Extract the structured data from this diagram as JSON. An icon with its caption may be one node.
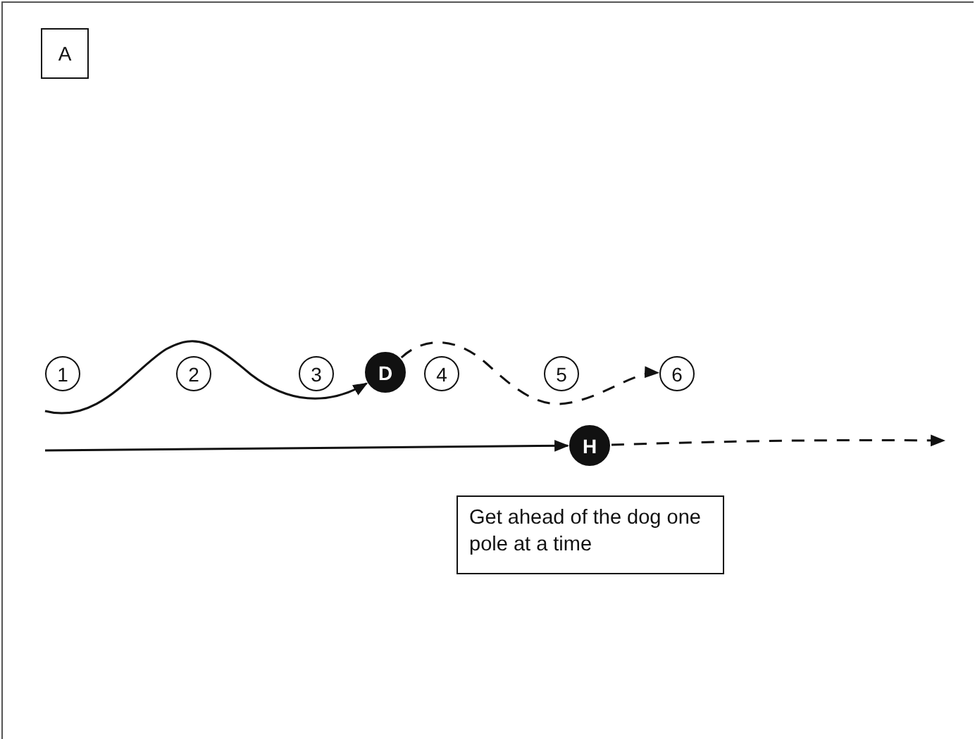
{
  "diagram": {
    "nodes": [
      {
        "text": [
          "A"
        ]
      },
      {
        "text": [
          "1"
        ]
      },
      {
        "text": [
          "2"
        ]
      },
      {
        "text": [
          "3"
        ]
      },
      {
        "text": [
          "D"
        ]
      },
      {
        "text": [
          "4"
        ]
      },
      {
        "text": [
          "5"
        ]
      },
      {
        "text": [
          "6"
        ]
      },
      {
        "text": [
          "H"
        ]
      },
      {
        "text": [
          "Get ahead of the dog one pole at a time"
        ]
      }
    ],
    "edges": [
      {
        "from": null,
        "to": 4,
        "arrow": "to"
      },
      {
        "from": 4,
        "to": 7,
        "arrow": "to",
        "style": "dashed"
      },
      {
        "from": null,
        "to": 8,
        "arrow": "to"
      },
      {
        "from": 8,
        "to": null,
        "arrow": "to",
        "style": "dashed"
      }
    ]
  }
}
